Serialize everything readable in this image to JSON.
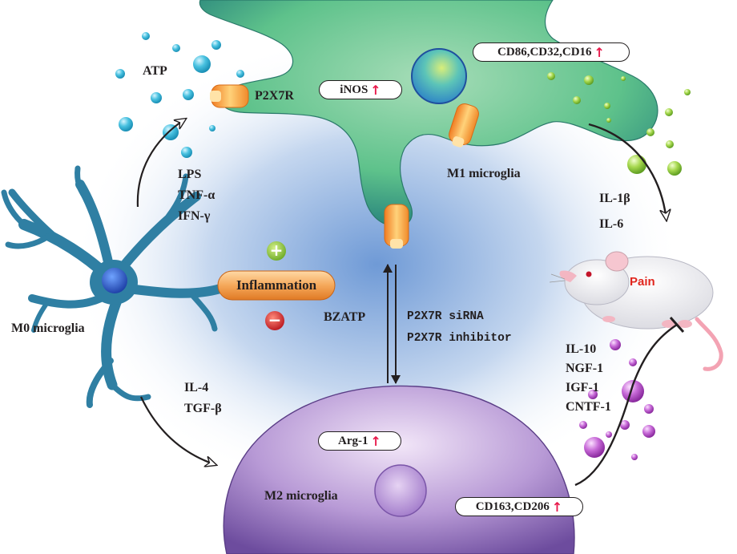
{
  "labels": {
    "atp": "ATP",
    "p2x7r": "P2X7R",
    "inos": "iNOS",
    "cd86": "CD86,CD32,CD16",
    "m1": "M1 microglia",
    "lps": "LPS",
    "tnf": "TNF-α",
    "ifn": "IFN-γ",
    "m0": "M0 microglia",
    "inflammation": "Inflammation",
    "plus": "+",
    "minus": "−",
    "bzatp": "BZATP",
    "sirna": "P2X7R siRNA",
    "inhibitor": "P2X7R inhibitor",
    "il1b": "IL-1β",
    "il6": "IL-6",
    "pain": "Pain",
    "il10": "IL-10",
    "ngf": "NGF-1",
    "igf": "IGF-1",
    "cntf": "CNTF-1",
    "il4": "IL-4",
    "tgf": "TGF-β",
    "arg1": "Arg-1",
    "m2": "M2 microglia",
    "cd163": "CD163,CD206",
    "up_arrow": "↑"
  },
  "colors": {
    "m1_cell": "#5ec28b",
    "m2_cell": "#a07cc0",
    "m0_cell": "#2f7fa3",
    "receptor": "#f2a03a",
    "upregulation": "#e8194b",
    "pain_text": "#e0261e",
    "atp_particles": "#35b5d3",
    "m1_particles": "#8dc63f",
    "m2_particles": "#b04bc0",
    "plus_sign": "#8dc63f",
    "minus_sign": "#d7262b"
  }
}
